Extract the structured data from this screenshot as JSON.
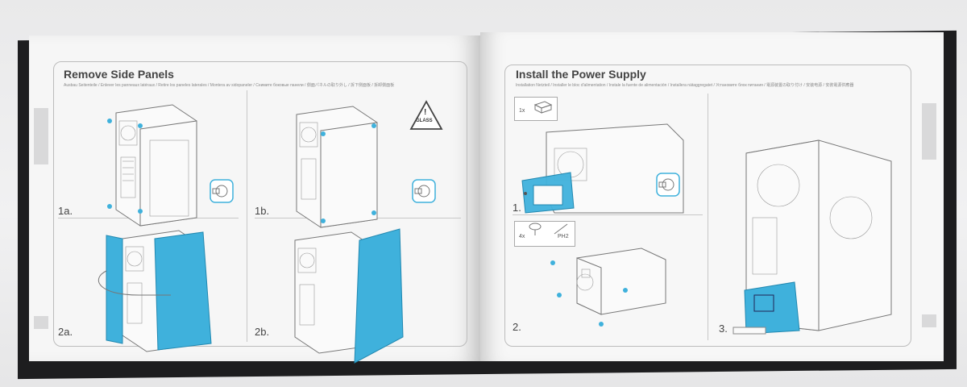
{
  "left_page": {
    "title": "Remove Side Panels",
    "subtitle": "Ausbau Seitenteile / Enlever les panneaux latéraux / Retire los paneles laterales / Montera av sidopaneler / Снимите боковые панели / 側面パネルの取り外し / 拆下侧面板 / 拆卸側面板",
    "steps": [
      {
        "label": "1a."
      },
      {
        "label": "1b."
      },
      {
        "label": "2a."
      },
      {
        "label": "2b."
      }
    ],
    "glass_warning": {
      "icon_text": "!",
      "label": "GLASS"
    }
  },
  "right_page": {
    "title": "Install the Power Supply",
    "subtitle": "Installation Netzteil / Installer le bloc d'alimentation / Instale la fuente de alimentación / Installera nätaggregatet / Установите блок питания / 電源装置の取り付け / 安装电源 / 安裝電源供應器",
    "parts": [
      {
        "qty": "1x"
      },
      {
        "qty": "4x",
        "tool": "PH2"
      }
    ],
    "steps": [
      {
        "label": "1."
      },
      {
        "label": "2."
      },
      {
        "label": "3."
      }
    ]
  },
  "colors": {
    "panel_highlight": "#3fb1dc",
    "outline": "#777777",
    "page": "#f6f6f6"
  },
  "icons": [
    "thumbscrew-icon",
    "glass-warning-icon",
    "psu-icon",
    "screw-icon",
    "screwdriver-icon"
  ]
}
